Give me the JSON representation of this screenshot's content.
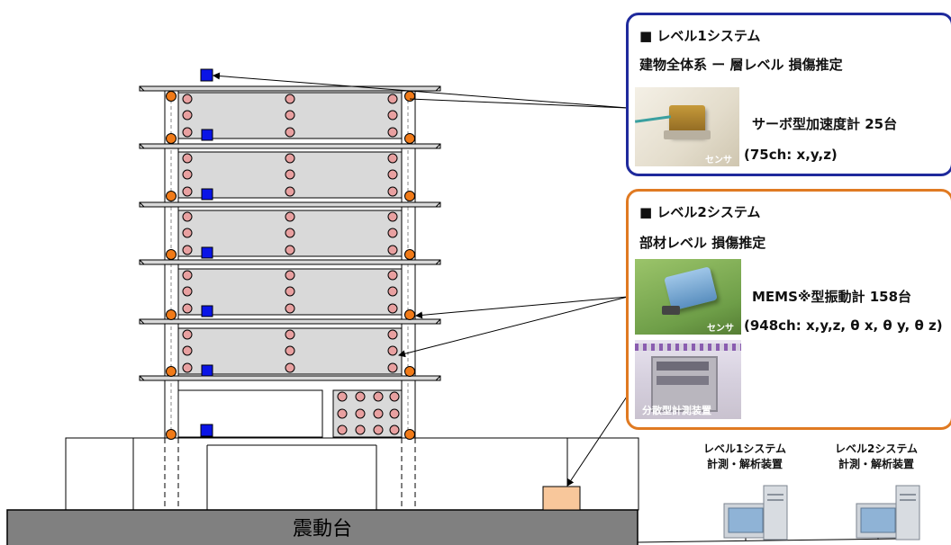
{
  "level1": {
    "heading": "■ レベル1システム",
    "subheading": "建物全体系 ー 層レベル 損傷推定",
    "sensor_label": "サーボ型加速度計 25台",
    "channels": "(75ch: x,y,z)",
    "photo_caption": "センサ"
  },
  "level2": {
    "heading": "■ レベル2システム",
    "subheading": "部材レベル 損傷推定",
    "sensor_label": "MEMS※型振動計 158台",
    "channels": "(948ch: x,y,z, θ x, θ y, θ z)",
    "photo_caption": "センサ",
    "device_caption": "分散型計測装置"
  },
  "computers": [
    {
      "line1": "レベル1システム",
      "line2": "計測・解析装置"
    },
    {
      "line1": "レベル2システム",
      "line2": "計測・解析装置"
    }
  ],
  "shake_table": "震動台",
  "colors": {
    "level1_border": "#1f2a9c",
    "level2_border": "#e07a22",
    "accel_sensor": "#0a14e6",
    "mems_sensor": "#e8a0a0",
    "column_sensor": "#f07a18"
  }
}
